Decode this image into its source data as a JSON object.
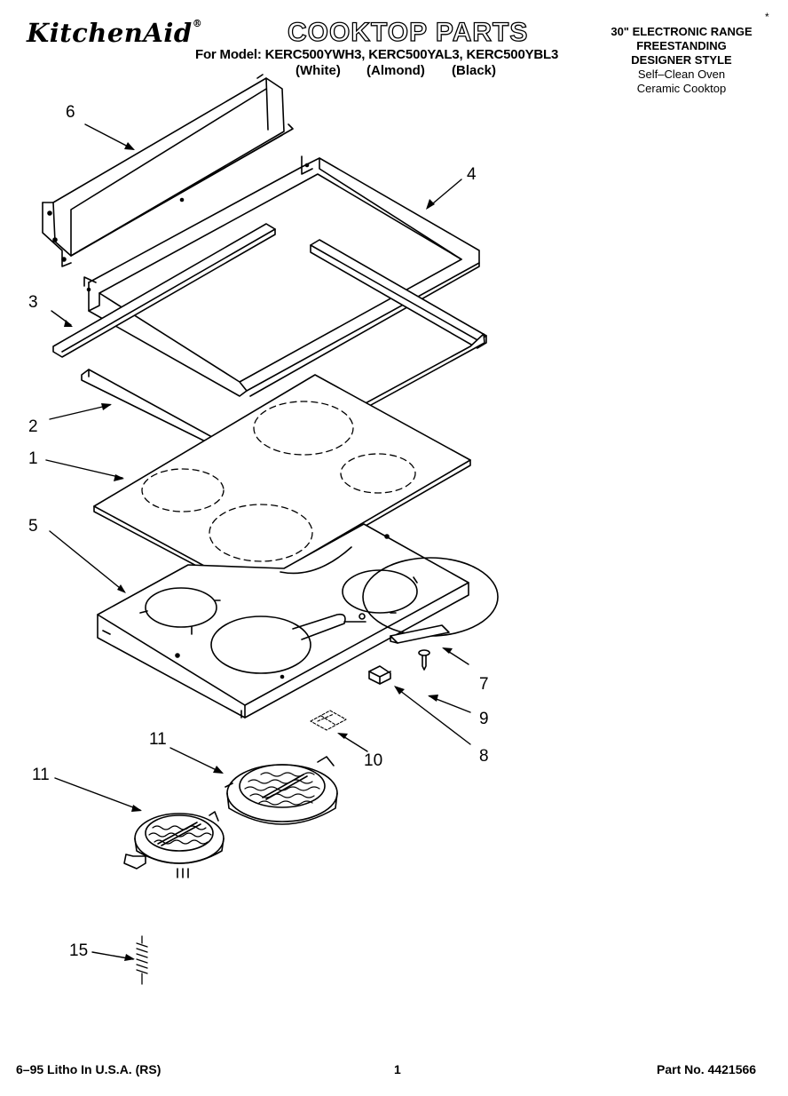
{
  "header": {
    "brand": "KitchenAid",
    "brand_mark": "®",
    "title": "COOKTOP PARTS",
    "model_line": "For Model: KERC500YWH3, KERC500YAL3, KERC500YBL3",
    "colors": [
      "(White)",
      "(Almond)",
      "(Black)"
    ],
    "corner_mark": "*"
  },
  "spec": {
    "line1": "30\" ELECTRONIC RANGE",
    "line2": "FREESTANDING",
    "line3": "DESIGNER STYLE",
    "line4": "Self–Clean Oven",
    "line5": "Ceramic Cooktop"
  },
  "callouts": {
    "c6": "6",
    "c4": "4",
    "c3": "3",
    "c2": "2",
    "c1": "1",
    "c5": "5",
    "c7": "7",
    "c9": "9",
    "c8": "8",
    "c10": "10",
    "c11a": "11",
    "c11b": "11",
    "c15": "15"
  },
  "footer": {
    "left": "6–95 Litho In U.S.A. (RS)",
    "page": "1",
    "part_no": "Part No. 4421566"
  }
}
